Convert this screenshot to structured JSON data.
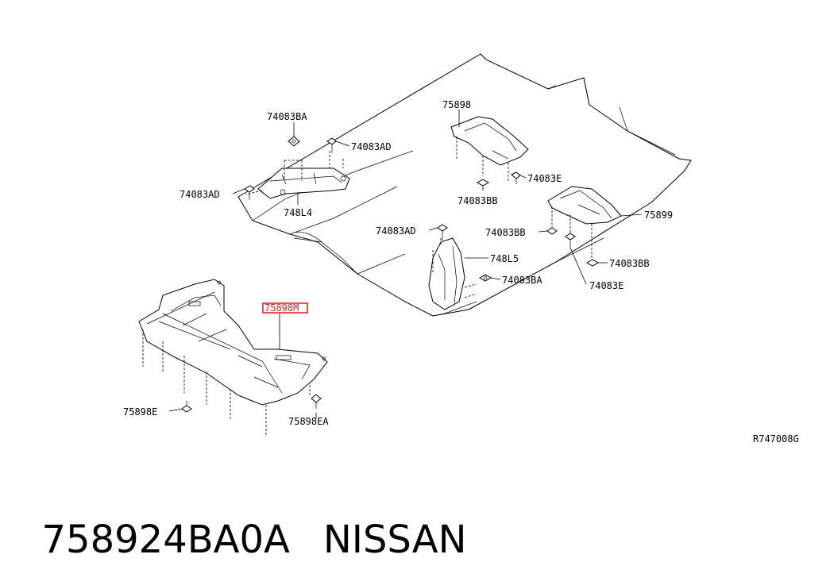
{
  "parts": {
    "p_74083BA_top": "74083BA",
    "p_74083AD_top": "74083AD",
    "p_74083AD_left": "74083AD",
    "p_748L4": "748L4",
    "p_75898": "75898",
    "p_74083E_top": "74083E",
    "p_74083BB_mid": "74083BB",
    "p_75899": "75899",
    "p_74083AD_mid": "74083AD",
    "p_74083BB_mid2": "74083BB",
    "p_748L5": "748L5",
    "p_74083BB_right": "74083BB",
    "p_74083BA_mid": "74083BA",
    "p_74083E_right": "74083E",
    "p_75898M": "75898M",
    "p_75898E": "75898E",
    "p_75898EA": "75898EA"
  },
  "ref_code": "R747008G",
  "caption": {
    "part_number": "758924BA0A",
    "brand": "NISSAN"
  },
  "colors": {
    "line": "#000000",
    "highlight": "#e8262b",
    "background": "#ffffff"
  }
}
